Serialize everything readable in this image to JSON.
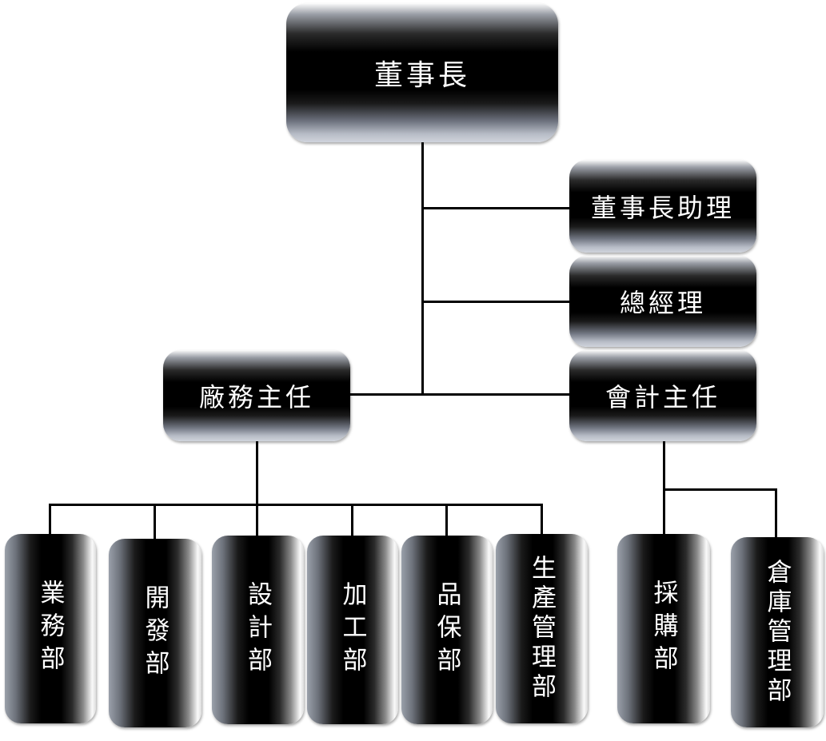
{
  "chairman": "董事長",
  "chairman_assistant": "董事長助理",
  "general_manager": "總經理",
  "factory_director": "廠務主任",
  "accounting_director": "會計主任",
  "factory_departments": [
    "業務部",
    "開發部",
    "設計部",
    "加工部",
    "品保部",
    "生產管理部"
  ],
  "accounting_departments": [
    "採購部",
    "倉庫管理部"
  ]
}
